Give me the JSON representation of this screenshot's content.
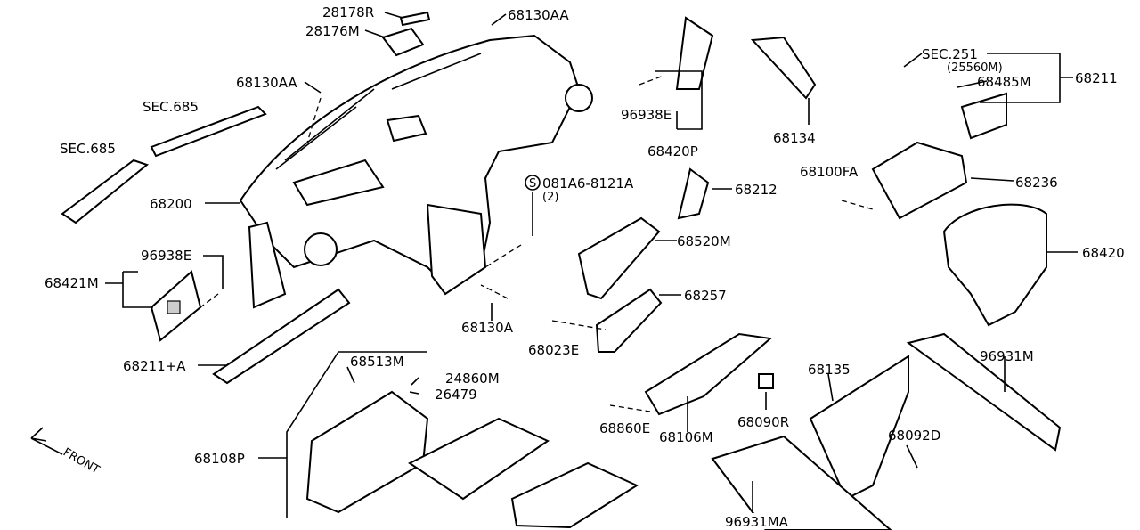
{
  "labels": {
    "p28178R": "28178R",
    "p28176M": "28176M",
    "p68130AA_top": "68130AA",
    "p68130AA_left": "68130AA",
    "sec685_a": "SEC.685",
    "sec685_b": "SEC.685",
    "p68200": "68200",
    "p96938E_left": "96938E",
    "p68421M": "68421M",
    "p68211A": "68211+A",
    "p68513M": "68513M",
    "p24860M": "24860M",
    "p26479": "26479",
    "p68108P": "68108P",
    "front": "FRONT",
    "bolt": "081A6-8121A",
    "bolt_qty": "(2)",
    "bolt_symbol": "S",
    "p68130A": "68130A",
    "p96938E_mid": "96938E",
    "p68420P": "68420P",
    "p68134": "68134",
    "p68212": "68212",
    "p68520M": "68520M",
    "p68257": "68257",
    "p68023E": "68023E",
    "p68860E": "68860E",
    "p68106M": "68106M",
    "p68090R": "68090R",
    "p68135": "68135",
    "p96931MA": "96931MA",
    "sec251": "SEC.251",
    "p25560M": "(25560M)",
    "p68485M": "68485M",
    "p68211": "68211",
    "p68100FA": "68100FA",
    "p68236": "68236",
    "p68420": "68420",
    "p96931M": "96931M",
    "p68092D": "68092D"
  }
}
